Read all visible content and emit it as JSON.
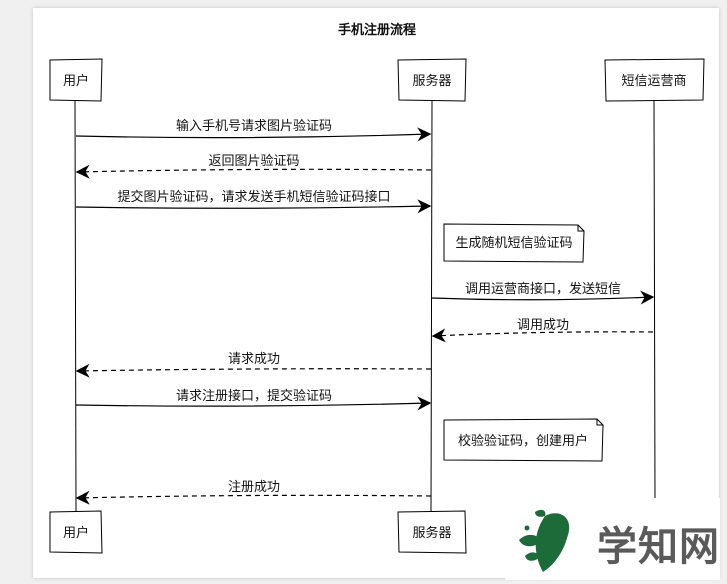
{
  "title": "手机注册流程",
  "participants": [
    {
      "id": "user",
      "label": "用户"
    },
    {
      "id": "server",
      "label": "服务器"
    },
    {
      "id": "sms",
      "label": "短信运营商"
    }
  ],
  "messages": [
    {
      "from": "user",
      "to": "server",
      "label": "输入手机号请求图片验证码",
      "style": "solid"
    },
    {
      "from": "server",
      "to": "user",
      "label": "返回图片验证码",
      "style": "dashed"
    },
    {
      "from": "user",
      "to": "server",
      "label": "提交图片验证码，请求发送手机短信验证码接口",
      "style": "solid"
    },
    {
      "from": "server",
      "to": "sms",
      "label": "调用运营商接口，发送短信",
      "style": "solid"
    },
    {
      "from": "sms",
      "to": "server",
      "label": "调用成功",
      "style": "dashed"
    },
    {
      "from": "server",
      "to": "user",
      "label": "请求成功",
      "style": "dashed"
    },
    {
      "from": "user",
      "to": "server",
      "label": "请求注册接口，提交验证码",
      "style": "solid"
    },
    {
      "from": "server",
      "to": "user",
      "label": "注册成功",
      "style": "dashed"
    }
  ],
  "notes": [
    {
      "at": "server",
      "label": "生成随机短信验证码"
    },
    {
      "at": "server",
      "label": "校验验证码，创建用户"
    }
  ],
  "watermark": {
    "text": "学知网",
    "leaf_color": "#1e6b3a",
    "text_color": "#5a5a5a"
  }
}
